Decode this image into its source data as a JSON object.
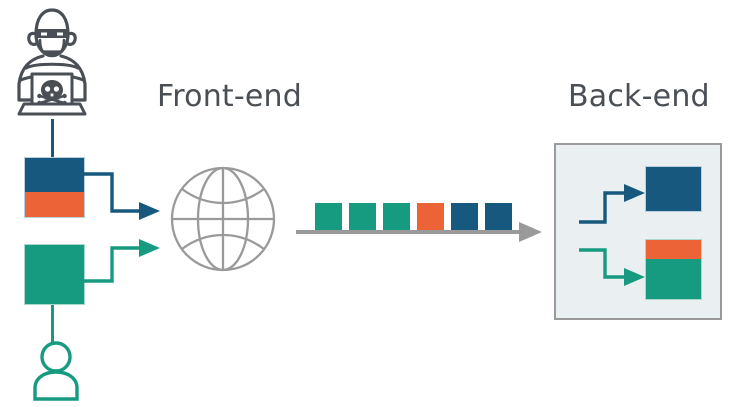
{
  "diagram": {
    "title_frontend": "Front-end",
    "title_backend": "Back-end",
    "colors": {
      "blue": "#17597e",
      "teal": "#169b80",
      "orange": "#ec6337",
      "heading_text": "#4a4f55",
      "icon_gray": "#4a4f55",
      "globe_gray": "#9a9a9a",
      "panel_fill": "#eaeff1",
      "panel_border": "#9a9a9a",
      "stream_baseline": "#9a9a9a",
      "background": "#ffffff"
    },
    "actors": [
      {
        "name": "hacker",
        "icon": "hacker-laptop-skull-icon",
        "color": "#4a4f55"
      },
      {
        "name": "user",
        "icon": "person-icon",
        "color": "#169b80"
      }
    ],
    "left_blocks": [
      {
        "name": "attacker-request-block",
        "segments": [
          {
            "label": "legitimate-part",
            "color": "#17597e"
          },
          {
            "label": "malicious-part",
            "color": "#ec6337"
          }
        ]
      },
      {
        "name": "user-request-block",
        "segments": [
          {
            "label": "legitimate-request",
            "color": "#169b80"
          }
        ]
      }
    ],
    "frontend": {
      "icon": "globe-icon",
      "icon_color": "#9a9a9a"
    },
    "stream": {
      "name": "request-stream",
      "baseline_color": "#9a9a9a",
      "squares": [
        {
          "index": 1,
          "color": "#169b80",
          "origin": "user"
        },
        {
          "index": 2,
          "color": "#169b80",
          "origin": "user"
        },
        {
          "index": 3,
          "color": "#169b80",
          "origin": "user"
        },
        {
          "index": 4,
          "color": "#ec6337",
          "origin": "attacker"
        },
        {
          "index": 5,
          "color": "#17597e",
          "origin": "attacker"
        },
        {
          "index": 6,
          "color": "#17597e",
          "origin": "attacker"
        }
      ]
    },
    "backend": {
      "panel_name": "backend-panel",
      "targets": [
        {
          "name": "backend-blue-target",
          "segments": [
            {
              "label": "blue-block",
              "color": "#17597e"
            }
          ]
        },
        {
          "name": "backend-split-target",
          "segments": [
            {
              "label": "orange-block",
              "color": "#ec6337"
            },
            {
              "label": "teal-block",
              "color": "#169b80"
            }
          ]
        }
      ]
    },
    "connectors": [
      {
        "name": "attacker-to-frontend-arrow",
        "color": "#17597e"
      },
      {
        "name": "user-to-frontend-arrow",
        "color": "#169b80"
      },
      {
        "name": "stream-direction-arrow",
        "color": "#9a9a9a"
      },
      {
        "name": "backend-blue-arrow",
        "color": "#17597e"
      },
      {
        "name": "backend-teal-arrow",
        "color": "#169b80"
      }
    ]
  }
}
